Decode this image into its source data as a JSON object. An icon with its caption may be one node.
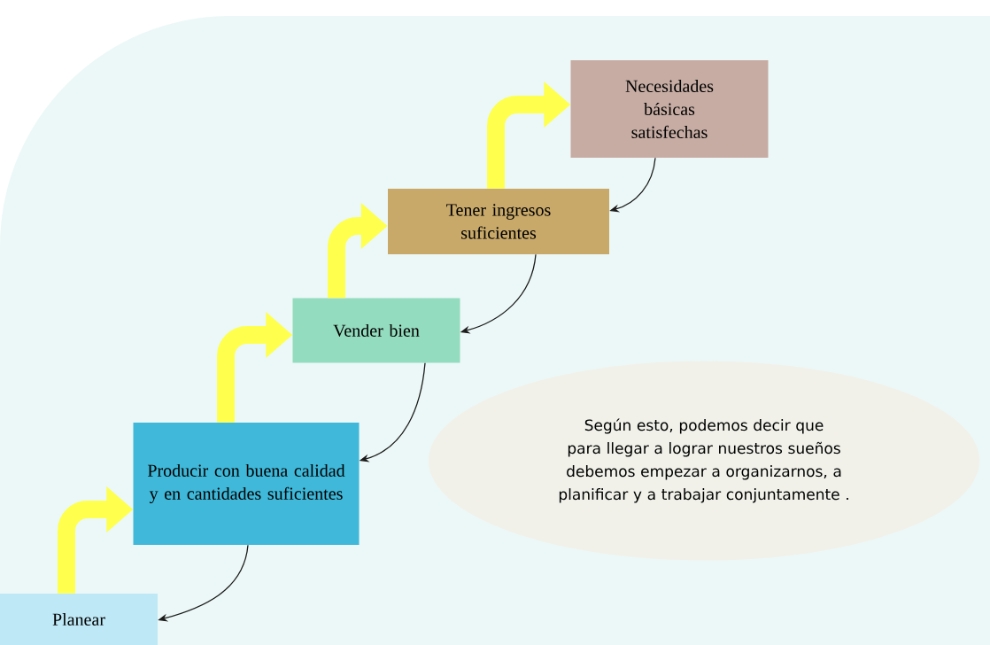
{
  "diagram": {
    "nodes": [
      {
        "text": [
          "Planear"
        ]
      },
      {
        "text": [
          "Producir con buena calidad y en cantidades suficientes"
        ]
      },
      {
        "text": [
          "Vender bien"
        ]
      },
      {
        "text": [
          "Tener ingresos suficientes"
        ]
      },
      {
        "text": [
          "Necesidades básicas satisfechas"
        ]
      },
      {
        "text": [
          "Según esto, podemos decir que para llegar a lograr nuestros sueños debemos empezar a organizarnos, a planificar y a trabajar conjuntamente ."
        ]
      }
    ],
    "edges": [
      {
        "from": 0,
        "to": 1,
        "arrow": "to",
        "style": "thick",
        "color": "#ffff4d"
      },
      {
        "from": 1,
        "to": 2,
        "arrow": "to",
        "style": "thick",
        "color": "#ffff4d"
      },
      {
        "from": 2,
        "to": 3,
        "arrow": "to",
        "style": "thick",
        "color": "#ffff4d"
      },
      {
        "from": 3,
        "to": 4,
        "arrow": "to",
        "style": "thick",
        "color": "#ffff4d"
      },
      {
        "from": 4,
        "to": 3,
        "arrow": "to",
        "color": "#1a1a1a"
      },
      {
        "from": 3,
        "to": 2,
        "arrow": "to",
        "color": "#1a1a1a"
      },
      {
        "from": 2,
        "to": 1,
        "arrow": "to",
        "color": "#1a1a1a"
      },
      {
        "from": 1,
        "to": 0,
        "arrow": "to",
        "color": "#1a1a1a"
      }
    ]
  }
}
